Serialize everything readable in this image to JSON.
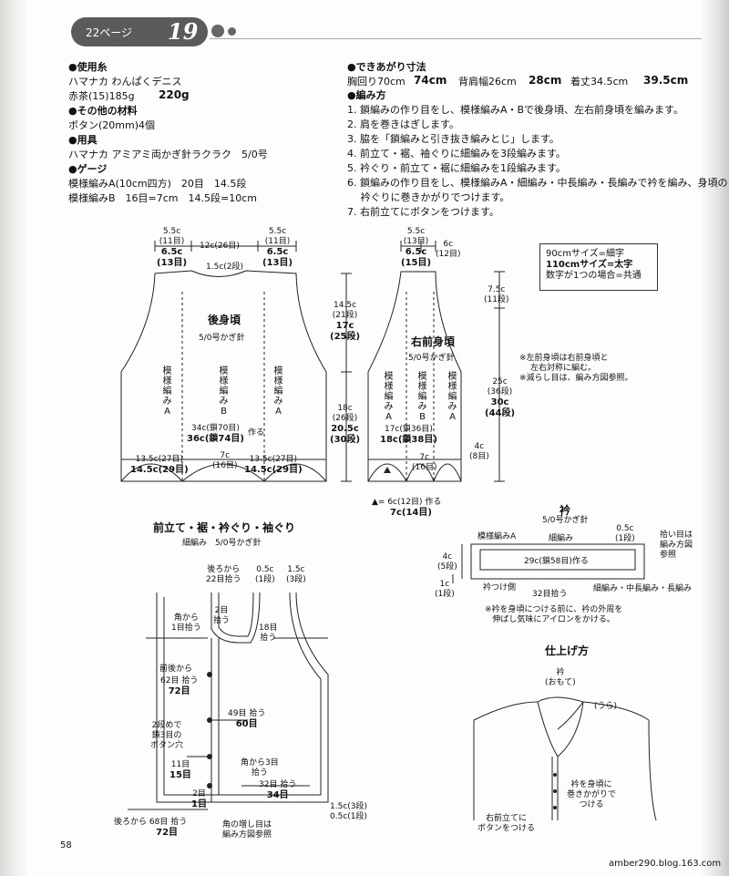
{
  "header": {
    "page_label": "22ページ",
    "pattern_no": "19"
  },
  "materials": {
    "yarn_heading": "●使用糸",
    "yarn_name": "ハマナカ わんぱくデニス",
    "yarn_amount": "赤茶(15)185g",
    "yarn_amount_large": "220g",
    "other_heading": "●その他の材料",
    "other_item": "ボタン(20mm)4個",
    "tools_heading": "●用具",
    "tools_item": "ハマナカ アミアミ両かぎ針ラクラク　5/0号",
    "gauge_heading": "●ゲージ",
    "gauge_a": "模様編みA(10cm四方)　20目　14.5段",
    "gauge_b": "模様編みB　16目=7cm　14.5段=10cm"
  },
  "finished": {
    "heading": "●できあがり寸法",
    "chest_label": "胸回り70cm",
    "chest_large": "74cm",
    "back_label": "背肩幅26cm",
    "back_large": "28cm",
    "length_label": "着丈34.5cm",
    "length_large": "39.5cm"
  },
  "method": {
    "heading": "●編み方",
    "steps": [
      "1. 鎖編みの作り目をし、模様編みA・Bで後身頃、左右前身頃を編みます。",
      "2. 肩を巻きはぎします。",
      "3. 脇を「鎖編みと引き抜き編みとじ」します。",
      "4. 前立て・裾、袖ぐりに細編みを3段編みます。",
      "5. 衿ぐり・前立て・裾に細編みを1段編みます。",
      "6. 鎖編みの作り目をし、模様編みA・細編み・中長編み・長編みで衿を編み、身頃の",
      "　 衿ぐりに巻きかがりでつけます。",
      "7. 右前立てにボタンをつけます。"
    ]
  },
  "size_note": {
    "line1": "90cmサイズ=細字",
    "line2": "110cmサイズ=太字",
    "line3": "数字が1つの場合=共通"
  },
  "back_body": {
    "title": "後身頃",
    "hook": "5/0号かぎ針",
    "shoulder_l": "5.5c",
    "shoulder_l_rows": "(11目)",
    "shoulder_l_big": "6.5c",
    "shoulder_l_big_rows": "(13目)",
    "neck": "12c(26目)",
    "shoulder_r": "5.5c",
    "shoulder_r_rows": "(11目)",
    "shoulder_r_big": "6.5c",
    "shoulder_r_big_rows": "(13目)",
    "neck_depth": "1.5c(2段)",
    "pattern_a": "模様編みA",
    "pattern_b": "模様編みB",
    "chain": "34c(鎖70目)",
    "chain_big": "36c(鎖74目)",
    "chain_make": "作る",
    "hem_l": "13.5c(27目)",
    "hem_l_big": "14.5c(29目)",
    "hem_c": "7c",
    "hem_c_rows": "(16目)",
    "hem_r": "13.5c(27目)",
    "hem_r_big": "14.5c(29目)"
  },
  "center_dims": {
    "armhole": "14.5c",
    "armhole_rows": "(21段)",
    "armhole_big": "17c",
    "armhole_big_rows": "(25段)",
    "side": "18c",
    "side_rows": "(26段)",
    "side_big": "20.5c",
    "side_big_rows": "(30段)"
  },
  "front_body": {
    "title": "右前身頃",
    "hook": "5/0号かぎ針",
    "shoulder": "5.5c",
    "shoulder_rows": "(13目)",
    "shoulder_big": "6.5c",
    "shoulder_big_rows": "(15目)",
    "neck_w": "6c",
    "neck_w_rows": "(12目)",
    "neck_d": "7.5c",
    "neck_d_rows": "(11段)",
    "total": "25c",
    "total_rows": "(36段)",
    "total_big": "30c",
    "total_big_rows": "(44段)",
    "chain": "17c(鎖36目)",
    "chain_big": "18c(鎖38目)",
    "bottom": "7c",
    "bottom_rows": "(16目)",
    "edge": "4c",
    "edge_rows": "(8目)",
    "note1": "※左前身頃は右前身頃と",
    "note1b": "左右対称に編む。",
    "note2": "※減らし目は、編み方図参照。",
    "triangle": "▲= 6c(12目)",
    "triangle_big": "7c(14目)",
    "triangle_make": "作る"
  },
  "edge_diagram": {
    "title": "前立て・裾・衿ぐり・袖ぐり",
    "subtitle": "細編み　5/0号かぎ針",
    "from_back_22": "後ろから",
    "from_back_22b": "22目拾う",
    "c05": "0.5c",
    "c05_rows": "(1段)",
    "c15": "1.5c",
    "c15_rows": "(3段)",
    "corner": "角から",
    "corner_b": "1目拾う",
    "two": "2目",
    "two_b": "拾う",
    "eighteen": "18目",
    "eighteen_b": "拾う",
    "front_back": "前後から",
    "sixtytwo": "62目",
    "sixtytwo_b": "拾う",
    "seventytwo": "72目",
    "fortynine": "49目",
    "fortynine_b": "拾う",
    "sixty": "60目",
    "buttonhole1": "2段めで",
    "buttonhole2": "鎖3目の",
    "buttonhole3": "ボタン穴",
    "eleven": "11目",
    "fifteen": "15目",
    "corner3": "角から3目",
    "corner3b": "拾う",
    "thirtytwo": "32目",
    "thirtytwo_b": "拾う",
    "thirtyfour": "34目",
    "two2": "2目",
    "one": "1目",
    "sixtyeight": "後ろから 68目",
    "sixtyeight_b": "拾う",
    "seventytwo2": "72目",
    "bottom_c15": "1.5c(3段)",
    "bottom_c05": "0.5c(1段)",
    "increase": "角の増し目は",
    "increase_b": "編み方図参照"
  },
  "collar": {
    "title": "衿",
    "hook": "5/0号かぎ針",
    "pattern_a": "模様編みA",
    "sc": "細編み",
    "c05": "0.5c",
    "c05_rows": "(1段)",
    "pick1": "拾い目は",
    "pick2": "編み方図",
    "pick3": "参照",
    "c4": "4c",
    "c4_rows": "(5段)",
    "c1": "1c",
    "c1_rows": "(1段)",
    "chain": "29c(鎖58目)作る",
    "attach": "衿つけ側",
    "pick32": "32目拾う",
    "stitches": "細編み・中長編み・長編み",
    "note1": "※衿を身頃につける前に、衿の外周を",
    "note2": "伸ばし気味にアイロンをかける。"
  },
  "finish": {
    "title": "仕上げ方",
    "collar_front": "衿",
    "collar_front_b": "(おもて)",
    "back_side": "(うら)",
    "attach1": "衿を身頃に",
    "attach2": "巻きかがりで",
    "attach3": "つける",
    "button1": "右前立てに",
    "button2": "ボタンをつける"
  },
  "footer": {
    "page_number": "58",
    "watermark": "amber290.blog.163.com"
  }
}
